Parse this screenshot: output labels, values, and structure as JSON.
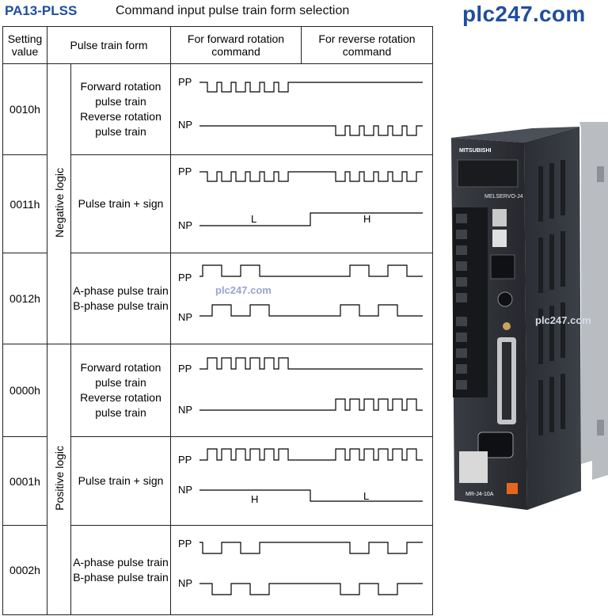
{
  "header": {
    "code": "PA13-PLSS",
    "title": "Command input pulse train form selection",
    "site": "plc247.com"
  },
  "table": {
    "columns": {
      "setting_value": "Setting value",
      "pulse_train_form": "Pulse train form",
      "forward": "For forward rotation command",
      "reverse": "For reverse rotation command"
    },
    "groups": {
      "negative": "Negative logic",
      "positive": "Positive logic"
    },
    "signal_labels": {
      "pp": "PP",
      "np": "NP"
    },
    "rows": [
      {
        "setting": "0010h",
        "form_line1": "Forward rotation pulse train",
        "form_line2": "Reverse rotation pulse train"
      },
      {
        "setting": "0011h",
        "form_line1": "Pulse train + sign",
        "form_line2": "",
        "np_fwd": "L",
        "np_rev": "H"
      },
      {
        "setting": "0012h",
        "form_line1": "A-phase pulse train",
        "form_line2": "B-phase pulse train"
      },
      {
        "setting": "0000h",
        "form_line1": "Forward rotation pulse train",
        "form_line2": "Reverse rotation pulse train"
      },
      {
        "setting": "0001h",
        "form_line1": "Pulse train + sign",
        "form_line2": "",
        "np_fwd": "H",
        "np_rev": "L"
      },
      {
        "setting": "0002h",
        "form_line1": "A-phase pulse train",
        "form_line2": "B-phase pulse train"
      }
    ],
    "watermark": "plc247.com"
  },
  "drive": {
    "brand": "MITSUBISHI",
    "series": "MELSERVO-J4",
    "model": "MR-J4-10A",
    "watermark": "plc247.com"
  }
}
